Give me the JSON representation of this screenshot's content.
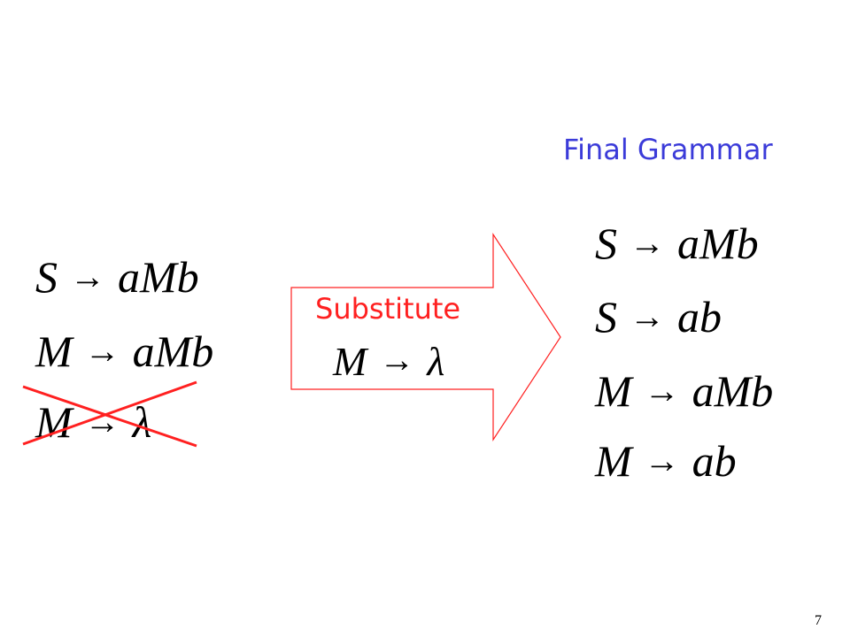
{
  "title": "Final Grammar",
  "left_rules": [
    {
      "lhs": "S",
      "arrow": "→",
      "rhs": "aMb"
    },
    {
      "lhs": "M",
      "arrow": "→",
      "rhs": "aMb"
    },
    {
      "lhs": "M",
      "arrow": "→",
      "rhs": "λ"
    }
  ],
  "substitute": {
    "label": "Substitute",
    "rule": {
      "lhs": "M",
      "arrow": "→",
      "rhs": "λ"
    }
  },
  "final_rules": [
    {
      "lhs": "S",
      "arrow": "→",
      "rhs": "aMb"
    },
    {
      "lhs": "S",
      "arrow": "→",
      "rhs": "ab"
    },
    {
      "lhs": "M",
      "arrow": "→",
      "rhs": "aMb"
    },
    {
      "lhs": "M",
      "arrow": "→",
      "rhs": "ab"
    }
  ],
  "page_number": "7",
  "colors": {
    "title": "#3b3bd9",
    "accent": "#ff2020",
    "text": "#000000"
  }
}
